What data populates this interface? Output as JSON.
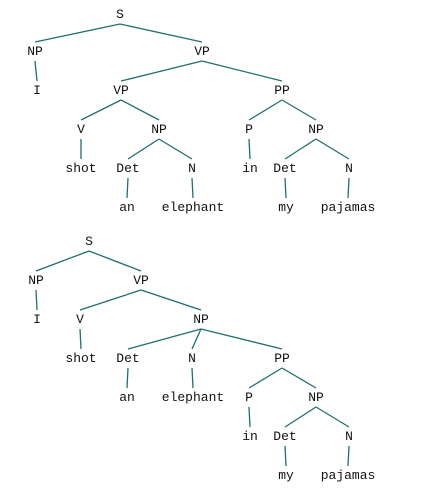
{
  "colors": {
    "edge": "#1f6f6f",
    "text": "#111111",
    "background": "#ffffff"
  },
  "trees": [
    {
      "name": "parse-tree-1",
      "root": {
        "label": "S",
        "children": [
          {
            "label": "NP",
            "children": [
              {
                "label": "I"
              }
            ]
          },
          {
            "label": "VP",
            "children": [
              {
                "label": "VP",
                "children": [
                  {
                    "label": "V",
                    "children": [
                      {
                        "label": "shot"
                      }
                    ]
                  },
                  {
                    "label": "NP",
                    "children": [
                      {
                        "label": "Det",
                        "children": [
                          {
                            "label": "an"
                          }
                        ]
                      },
                      {
                        "label": "N",
                        "children": [
                          {
                            "label": "elephant"
                          }
                        ]
                      }
                    ]
                  }
                ]
              },
              {
                "label": "PP",
                "children": [
                  {
                    "label": "P",
                    "children": [
                      {
                        "label": "in"
                      }
                    ]
                  },
                  {
                    "label": "NP",
                    "children": [
                      {
                        "label": "Det",
                        "children": [
                          {
                            "label": "my"
                          }
                        ]
                      },
                      {
                        "label": "N",
                        "children": [
                          {
                            "label": "pajamas"
                          }
                        ]
                      }
                    ]
                  }
                ]
              }
            ]
          }
        ]
      }
    },
    {
      "name": "parse-tree-2",
      "root": {
        "label": "S",
        "children": [
          {
            "label": "NP",
            "children": [
              {
                "label": "I"
              }
            ]
          },
          {
            "label": "VP",
            "children": [
              {
                "label": "V",
                "children": [
                  {
                    "label": "shot"
                  }
                ]
              },
              {
                "label": "NP",
                "children": [
                  {
                    "label": "Det",
                    "children": [
                      {
                        "label": "an"
                      }
                    ]
                  },
                  {
                    "label": "N",
                    "children": [
                      {
                        "label": "elephant"
                      }
                    ]
                  },
                  {
                    "label": "PP",
                    "children": [
                      {
                        "label": "P",
                        "children": [
                          {
                            "label": "in"
                          }
                        ]
                      },
                      {
                        "label": "NP",
                        "children": [
                          {
                            "label": "Det",
                            "children": [
                              {
                                "label": "my"
                              }
                            ]
                          },
                          {
                            "label": "N",
                            "children": [
                              {
                                "label": "pajamas"
                              }
                            ]
                          }
                        ]
                      }
                    ]
                  }
                ]
              }
            ]
          }
        ]
      }
    }
  ]
}
